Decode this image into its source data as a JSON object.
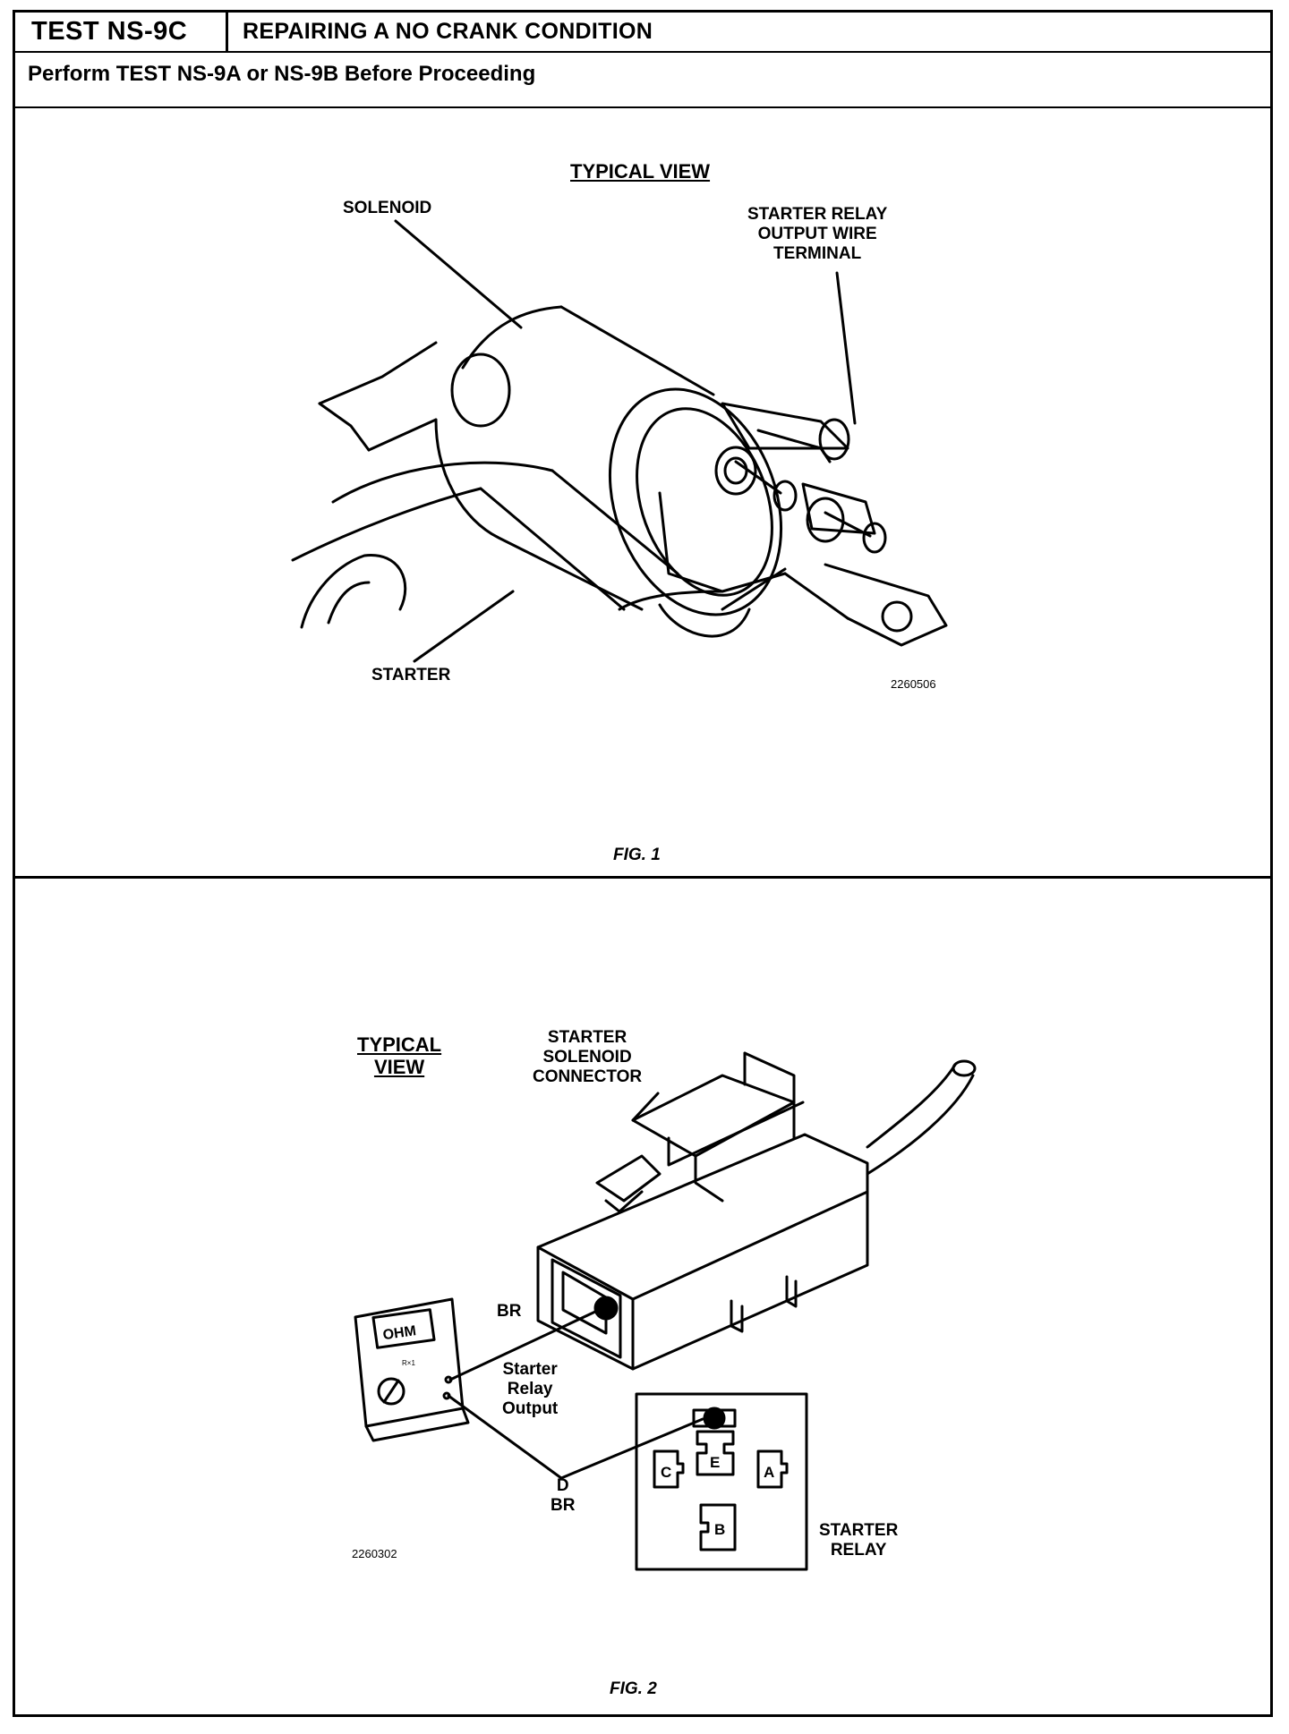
{
  "header": {
    "test_id": "TEST NS-9C",
    "title": "REPAIRING A NO CRANK CONDITION",
    "subtitle": "Perform TEST NS-9A or NS-9B Before Proceeding"
  },
  "figure1": {
    "view_label": "TYPICAL VIEW",
    "solenoid_label": "SOLENOID",
    "relay_terminal_label": [
      "STARTER RELAY",
      "OUTPUT WIRE",
      "TERMINAL"
    ],
    "starter_label": "STARTER",
    "ref_number": "2260506",
    "caption": "FIG. 1"
  },
  "figure2": {
    "view_label": [
      "TYPICAL",
      "VIEW"
    ],
    "connector_label": [
      "STARTER",
      "SOLENOID",
      "CONNECTOR"
    ],
    "meter_display": "OHM",
    "meter_range": "R×1",
    "br_label": "BR",
    "relay_output_label": [
      "Starter",
      "Relay",
      "Output"
    ],
    "d_label": "D",
    "d_br_label": "BR",
    "relay_terminals": [
      "C",
      "E",
      "A",
      "B"
    ],
    "starter_relay_label": [
      "STARTER",
      "RELAY"
    ],
    "ref_number": "2260302",
    "caption": "FIG. 2"
  }
}
